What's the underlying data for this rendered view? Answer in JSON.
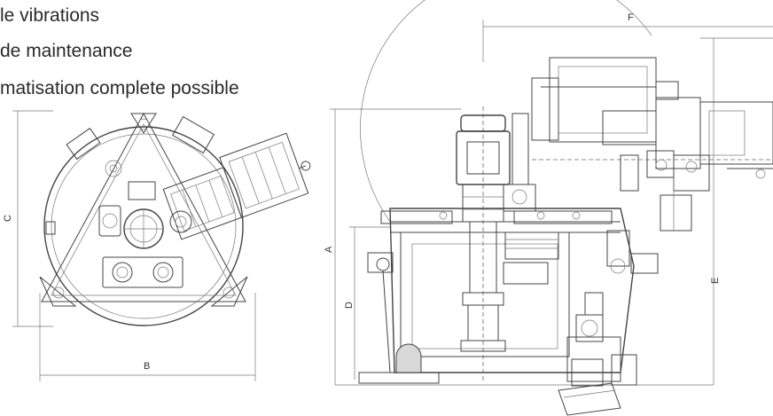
{
  "features": [
    "le vibrations",
    "de maintenance",
    "matisation complete possible"
  ],
  "dimensions": {
    "a": "A",
    "b": "B",
    "c": "C",
    "d": "D",
    "e": "E",
    "f": "F"
  }
}
